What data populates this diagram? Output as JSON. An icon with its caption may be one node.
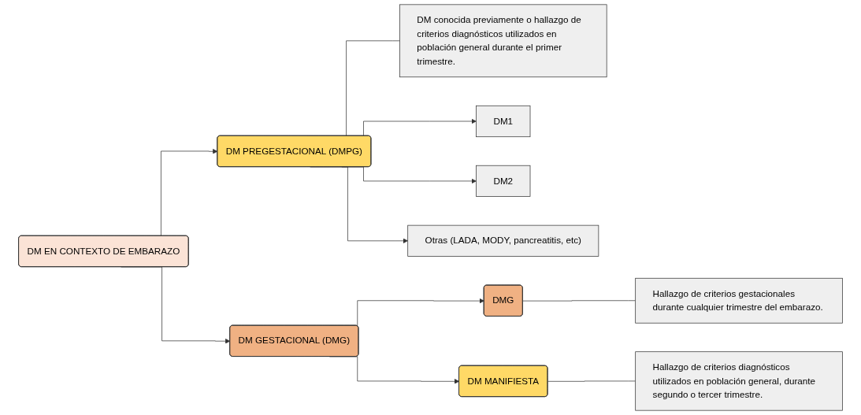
{
  "diagram": {
    "nodes": [
      {
        "text": [
          "DM EN CONTEXTO DE EMBARAZO"
        ]
      },
      {
        "text": [
          "DM PREGESTACIONAL (DMPG)"
        ]
      },
      {
        "text": [
          "DM conocida previamente o hallazgo de criterios diagnósticos utilizados en población general durante el primer trimestre."
        ]
      },
      {
        "text": [
          "DM1"
        ]
      },
      {
        "text": [
          "DM2"
        ]
      },
      {
        "text": [
          "Otras (LADA, MODY, pancreatitis, etc)"
        ]
      },
      {
        "text": [
          "DM GESTACIONAL (DMG)"
        ]
      },
      {
        "text": [
          "DMG"
        ]
      },
      {
        "text": [
          "Hallazgo de criterios gestacionales durante cualquier trimestre del embarazo."
        ]
      },
      {
        "text": [
          "DM MANIFIESTA"
        ]
      },
      {
        "text": [
          "Hallazgo de criterios diagnósticos utilizados en población general, durante segundo o tercer trimestre."
        ]
      }
    ],
    "edges": [
      {
        "from": 0,
        "to": 1,
        "arrow": "to"
      },
      {
        "from": 0,
        "to": 6,
        "arrow": "to"
      },
      {
        "from": 1,
        "to": 2,
        "arrow": "none"
      },
      {
        "from": 1,
        "to": 3,
        "arrow": "to"
      },
      {
        "from": 1,
        "to": 4,
        "arrow": "to"
      },
      {
        "from": 1,
        "to": 5,
        "arrow": "to"
      },
      {
        "from": 6,
        "to": 7,
        "arrow": "to"
      },
      {
        "from": 6,
        "to": 9,
        "arrow": "to"
      },
      {
        "from": 7,
        "to": 8,
        "arrow": "none"
      },
      {
        "from": 9,
        "to": 10,
        "arrow": "none"
      }
    ]
  }
}
